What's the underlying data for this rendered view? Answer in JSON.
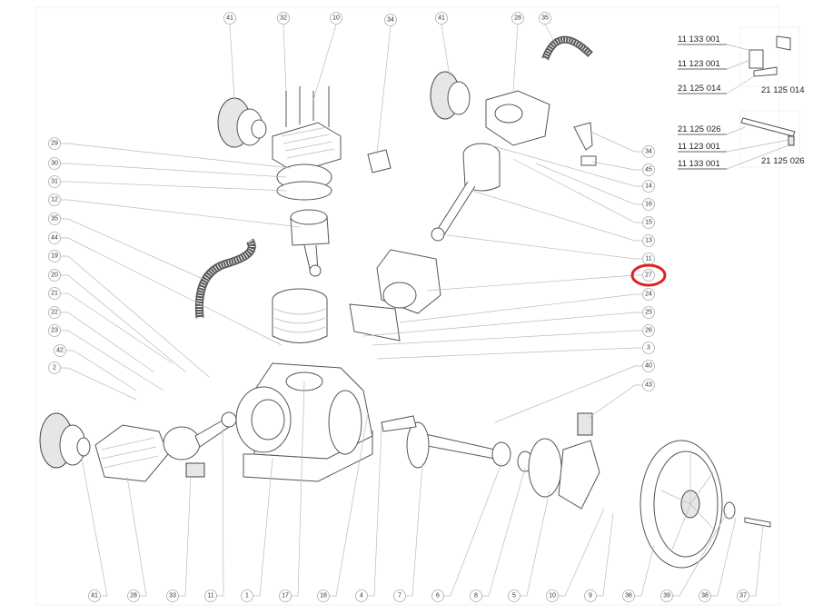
{
  "diagram": {
    "top_labels": [
      "41",
      "32",
      "10",
      "34",
      "41",
      "28",
      "35"
    ],
    "left_labels": [
      "29",
      "30",
      "31",
      "12",
      "35",
      "44",
      "19",
      "20",
      "21",
      "22",
      "23",
      "42",
      "2"
    ],
    "right_labels": [
      "34",
      "45",
      "14",
      "16",
      "15",
      "13",
      "11",
      "27",
      "24",
      "25",
      "26",
      "3",
      "40",
      "43"
    ],
    "bottom_labels": [
      "41",
      "28",
      "33",
      "11",
      "1",
      "17",
      "18",
      "4",
      "7",
      "6",
      "8",
      "5",
      "10",
      "9",
      "36",
      "39",
      "38",
      "37"
    ],
    "highlighted_label": "27",
    "highlight_color": "#e02020",
    "inset_codes": {
      "upper": [
        "11 133 001",
        "11 123 001",
        "21 125 014"
      ],
      "upper_part": "21 125 014",
      "lower": [
        "21 125 026",
        "11 123 001",
        "11 133 001"
      ],
      "lower_part": "21 125 026"
    }
  }
}
